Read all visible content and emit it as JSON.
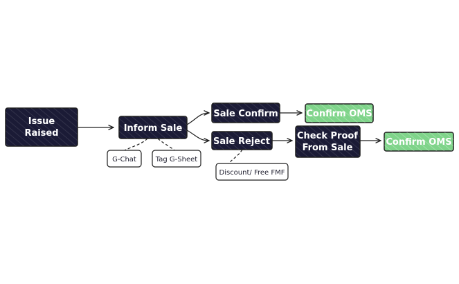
{
  "colors": {
    "dark_fill": "#1b1b36",
    "green_fill": "#7fd48a",
    "stroke": "#1e1e1e",
    "note_fill": "#ffffff"
  },
  "nodes": {
    "issue_raised": {
      "line1": "Issue",
      "line2": "Raised"
    },
    "inform_sale": {
      "label": "Inform Sale"
    },
    "sale_confirm": {
      "label": "Sale Confirm"
    },
    "sale_reject": {
      "label": "Sale Reject"
    },
    "confirm_oms_top": {
      "label": "Confirm OMS"
    },
    "check_proof": {
      "line1": "Check Proof",
      "line2": "From Sale"
    },
    "confirm_oms_bottom": {
      "label": "Confirm OMS"
    },
    "gchat": {
      "label": "G-Chat"
    },
    "tag_gsheet": {
      "label": "Tag G-Sheet"
    },
    "discount": {
      "label": "Discount/ Free FMF"
    }
  }
}
